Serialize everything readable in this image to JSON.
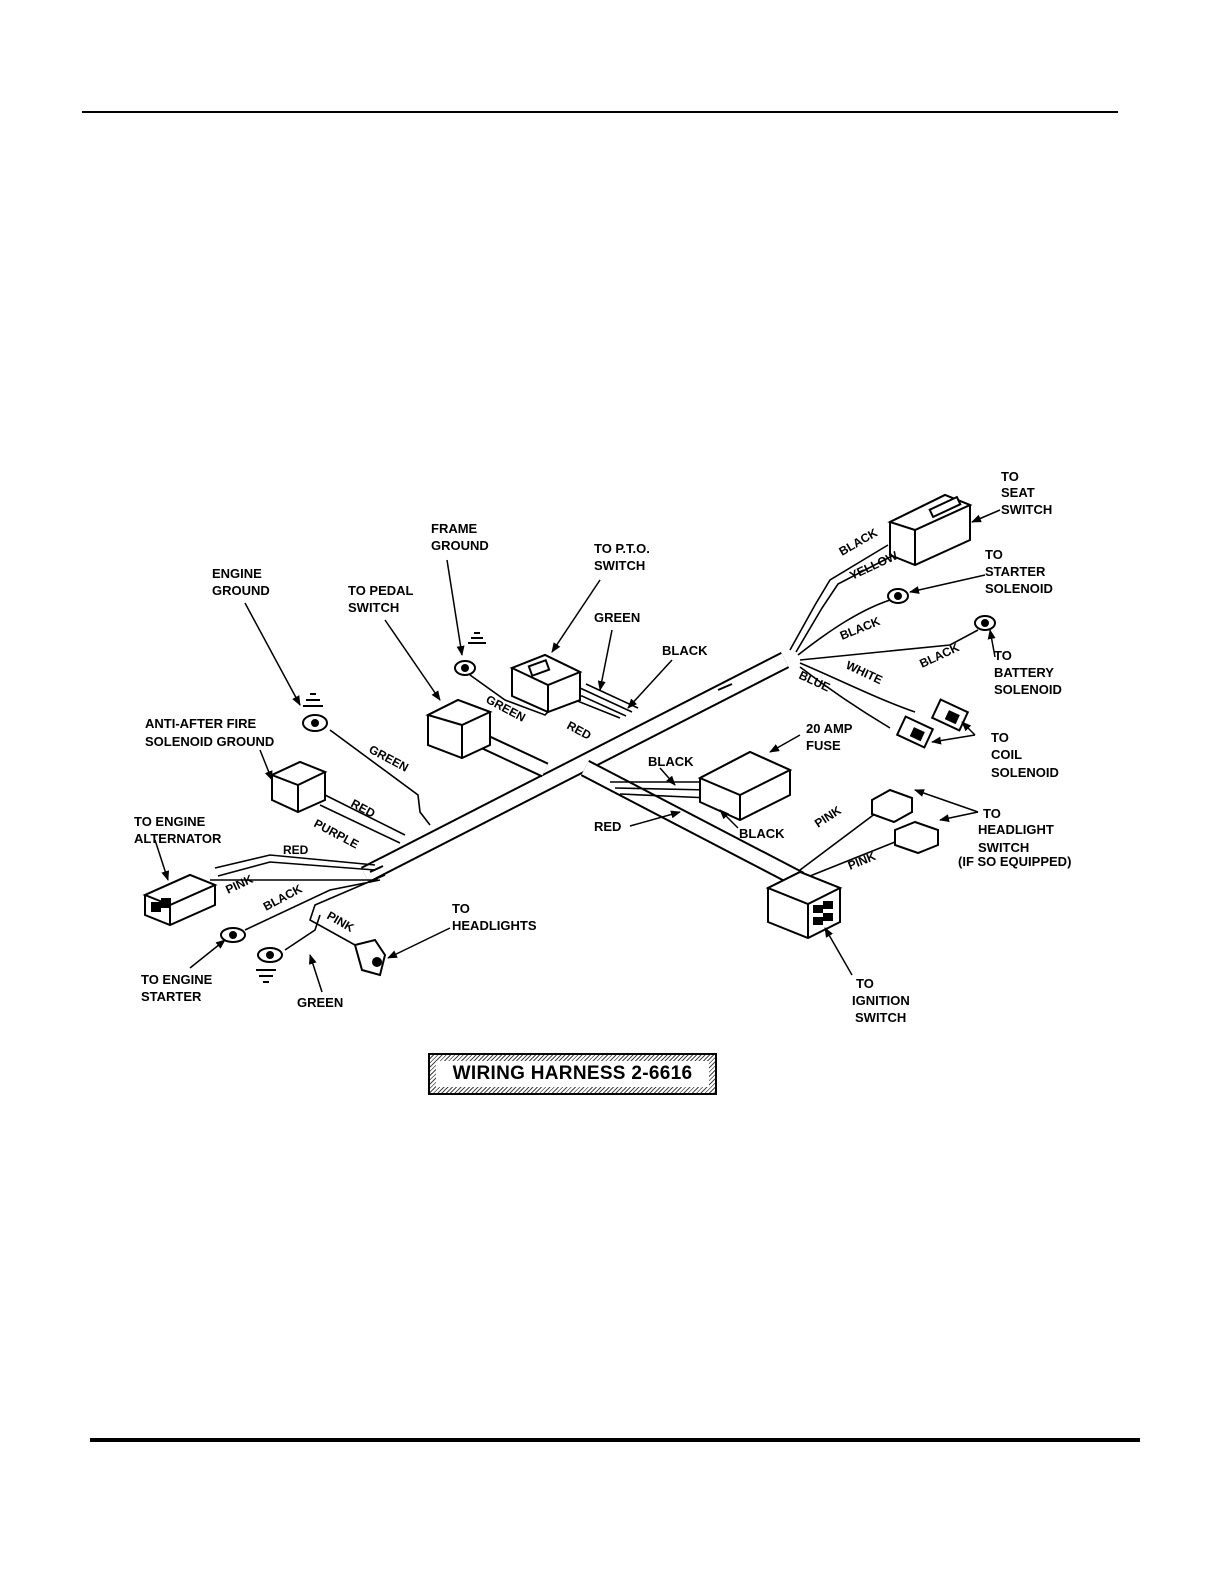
{
  "labels": {
    "engine_ground": [
      "ENGINE",
      "GROUND"
    ],
    "to_pedal_switch": [
      "TO PEDAL",
      "SWITCH"
    ],
    "frame_ground": [
      "FRAME",
      "GROUND"
    ],
    "to_pto_switch": [
      "TO P.T.O.",
      "SWITCH"
    ],
    "green_top": "GREEN",
    "black_top": "BLACK",
    "to_seat_switch": [
      "TO",
      "SEAT",
      "SWITCH"
    ],
    "to_starter_solenoid": [
      "TO",
      "STARTER",
      "SOLENOID"
    ],
    "to_battery_solenoid": [
      "TO",
      "BATTERY",
      "SOLENOID"
    ],
    "to_coil_solenoid": [
      "TO",
      "COIL",
      "SOLENOID"
    ],
    "anti_after_fire": [
      "ANTI-AFTER FIRE",
      "SOLENOID GROUND"
    ],
    "to_engine_alternator": [
      "TO ENGINE",
      "ALTERNATOR"
    ],
    "fuse": [
      "20 AMP",
      "FUSE"
    ],
    "black_fuse_top": "BLACK",
    "red_fuse": "RED",
    "black_fuse_bottom": "BLACK",
    "to_headlight_switch": [
      "TO",
      "HEADLIGHT",
      "SWITCH",
      "(IF SO EQUIPPED)"
    ],
    "to_headlights": [
      "TO",
      "HEADLIGHTS"
    ],
    "to_engine_starter": [
      "TO ENGINE",
      "STARTER"
    ],
    "green_bottom": "GREEN",
    "to_ignition_switch": [
      "TO",
      "IGNITION",
      "SWITCH"
    ]
  },
  "wire_labels": {
    "green_frame": "GREEN",
    "red_pto": "RED",
    "green_engine": "GREEN",
    "red_afs": "RED",
    "purple_afs": "PURPLE",
    "red_alt": "RED",
    "pink_alt": "PINK",
    "black_starter": "BLACK",
    "pink_headlights": "PINK",
    "black_seat": "BLACK",
    "yellow_seat": "YELLOW",
    "black_starter_sol": "BLACK",
    "black_battery": "BLACK",
    "white_coil": "WHITE",
    "blue_coil": "BLUE",
    "pink_hl_upper": "PINK",
    "pink_hl_lower": "PINK"
  },
  "caption": "WIRING HARNESS 2-6616"
}
